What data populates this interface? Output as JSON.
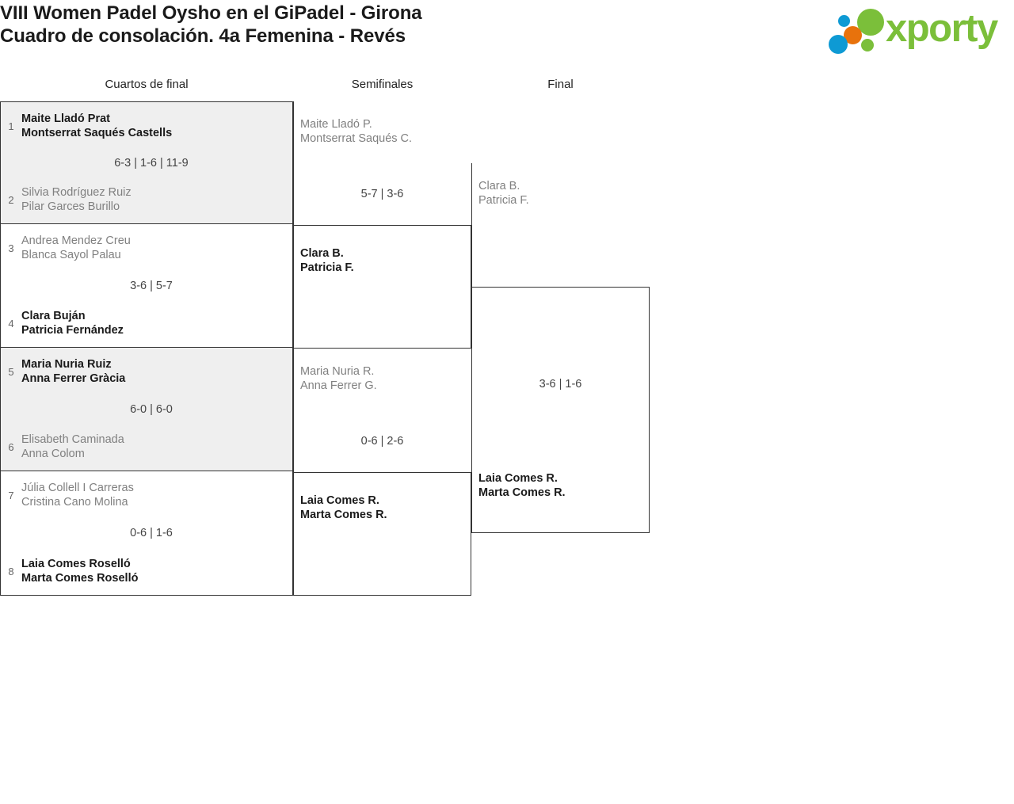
{
  "header": {
    "title_line1": "VIII Women Padel Oysho en el GiPadel - Girona",
    "title_line2": "Cuadro de consolación. 4a Femenina - Revés",
    "logo_text": "xporty",
    "logo_colors": {
      "green": "#7bbf3a",
      "blue": "#0e9ad4",
      "orange": "#e8720c"
    }
  },
  "rounds": [
    {
      "label": "Cuartos de final"
    },
    {
      "label": "Semifinales"
    },
    {
      "label": "Final"
    }
  ],
  "quarterfinals": [
    {
      "shaded": true,
      "score": "6-3 | 1-6 | 11-9",
      "top": {
        "seed": "1",
        "player1": "Maite Lladó Prat",
        "player2": "Montserrat Saqués Castells",
        "winner": true
      },
      "bottom": {
        "seed": "2",
        "player1": "Silvia Rodríguez Ruiz",
        "player2": "Pilar Garces Burillo",
        "winner": false
      }
    },
    {
      "shaded": false,
      "score": "3-6 | 5-7",
      "top": {
        "seed": "3",
        "player1": "Andrea Mendez Creu",
        "player2": "Blanca Sayol Palau",
        "winner": false
      },
      "bottom": {
        "seed": "4",
        "player1": "Clara Buján",
        "player2": "Patricia Fernández",
        "winner": true
      }
    },
    {
      "shaded": true,
      "score": "6-0 | 6-0",
      "top": {
        "seed": "5",
        "player1": "Maria Nuria Ruiz",
        "player2": "Anna Ferrer Gràcia",
        "winner": true
      },
      "bottom": {
        "seed": "6",
        "player1": "Elisabeth Caminada",
        "player2": "Anna Colom",
        "winner": false
      }
    },
    {
      "shaded": false,
      "score": "0-6 | 1-6",
      "top": {
        "seed": "7",
        "player1": "Júlia Collell I Carreras",
        "player2": "Cristina Cano Molina",
        "winner": false
      },
      "bottom": {
        "seed": "8",
        "player1": "Laia Comes Roselló",
        "player2": "Marta Comes Roselló",
        "winner": true
      }
    }
  ],
  "semifinals": [
    {
      "score": "5-7 | 3-6",
      "top": {
        "player1": "Maite Lladó P.",
        "player2": "Montserrat Saqués C.",
        "winner": false
      },
      "bottom": {
        "player1": "Clara B.",
        "player2": "Patricia F.",
        "winner": true
      }
    },
    {
      "score": "0-6 | 2-6",
      "top": {
        "player1": "Maria Nuria R.",
        "player2": "Anna Ferrer G.",
        "winner": false
      },
      "bottom": {
        "player1": "Laia Comes R.",
        "player2": "Marta Comes R.",
        "winner": true
      }
    }
  ],
  "final": {
    "score": "3-6 | 1-6",
    "top": {
      "player1": "Clara B.",
      "player2": "Patricia F.",
      "winner": false
    },
    "bottom": {
      "player1": "Laia Comes R.",
      "player2": "Marta Comes R.",
      "winner": true
    }
  }
}
